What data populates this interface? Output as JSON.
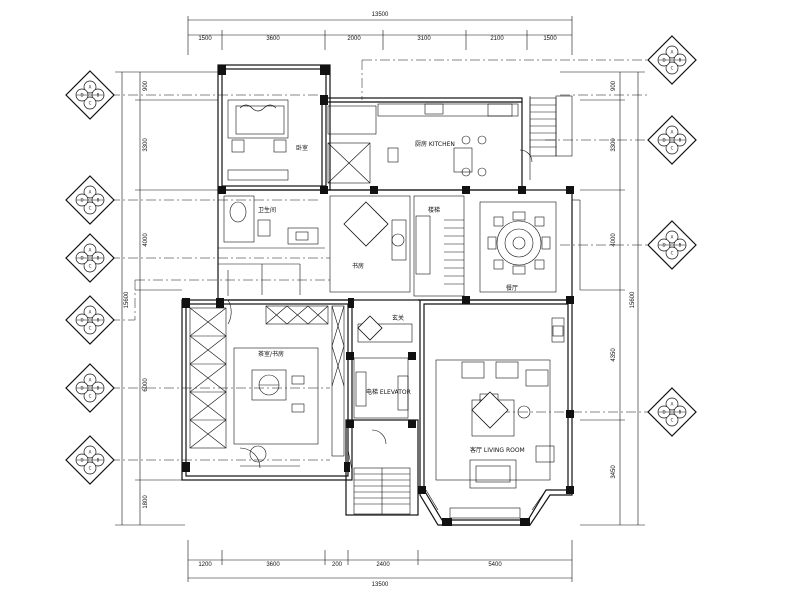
{
  "dimensions": {
    "top_total": "13500",
    "top": [
      "1500",
      "3600",
      "2000",
      "3100",
      "2100",
      "1500"
    ],
    "bottom": [
      "1200",
      "3600",
      "200",
      "2400",
      "5400"
    ],
    "bottom_total": "13500",
    "left": [
      "900",
      "3300",
      "4000",
      "6000",
      "1800"
    ],
    "left_total": "15600",
    "right": [
      "900",
      "3300",
      "4000",
      "4350",
      "3450"
    ],
    "right_total": "15600"
  },
  "rooms": {
    "bedroom": "卧室",
    "kitchen": "厨房 KITCHEN",
    "bath": "卫生间",
    "study": "书房",
    "dining": "餐厅",
    "stair": "楼梯",
    "entry": "玄关",
    "elevator": "电梯 ELEVATOR",
    "tea_room": "茶室/书房",
    "living": "客厅 LIVING ROOM"
  },
  "tag_labels": {
    "top": "A",
    "right": "B",
    "bottom": "C",
    "left": "D"
  }
}
